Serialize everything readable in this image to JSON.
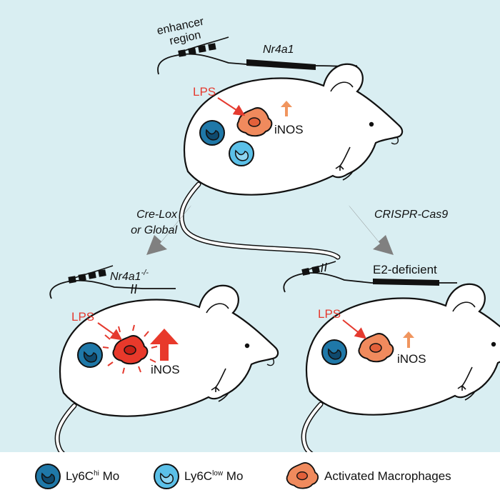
{
  "colors": {
    "background": "#d9eef2",
    "ly6c_hi": "#1f78a8",
    "ly6c_low": "#5bc0e8",
    "macrophage": "#f08a5d",
    "macrophage_strong": "#e8392b",
    "arrow_gray": "#808080",
    "lps_red": "#e53a2f"
  },
  "top": {
    "enhancer_label_1": "enhancer",
    "enhancer_label_2": "region",
    "gene_label": "Nr4a1",
    "lps_label": "LPS",
    "inos_label": "iNOS"
  },
  "arrows": {
    "left_label_1": "Cre-Lox",
    "left_label_2": "or Global",
    "right_label": "CRISPR-Cas9"
  },
  "bottom_left": {
    "gene_label_main": "Nr4a1",
    "gene_label_sup": "-/-",
    "lps_label": "LPS",
    "inos_label": "iNOS"
  },
  "bottom_right": {
    "gene_label": "E2-deficient",
    "lps_label": "LPS",
    "inos_label": "iNOS"
  },
  "legend": {
    "item1_main": "Ly6C",
    "item1_sup": "hi",
    "item1_suffix": " Mo",
    "item2_main": "Ly6C",
    "item2_sup": "low",
    "item2_suffix": " Mo",
    "item3": "Activated Macrophages"
  },
  "icons": [
    "mouse-icon",
    "monocyte-icon",
    "macrophage-icon",
    "arrow-icon",
    "dna-strand-icon"
  ]
}
